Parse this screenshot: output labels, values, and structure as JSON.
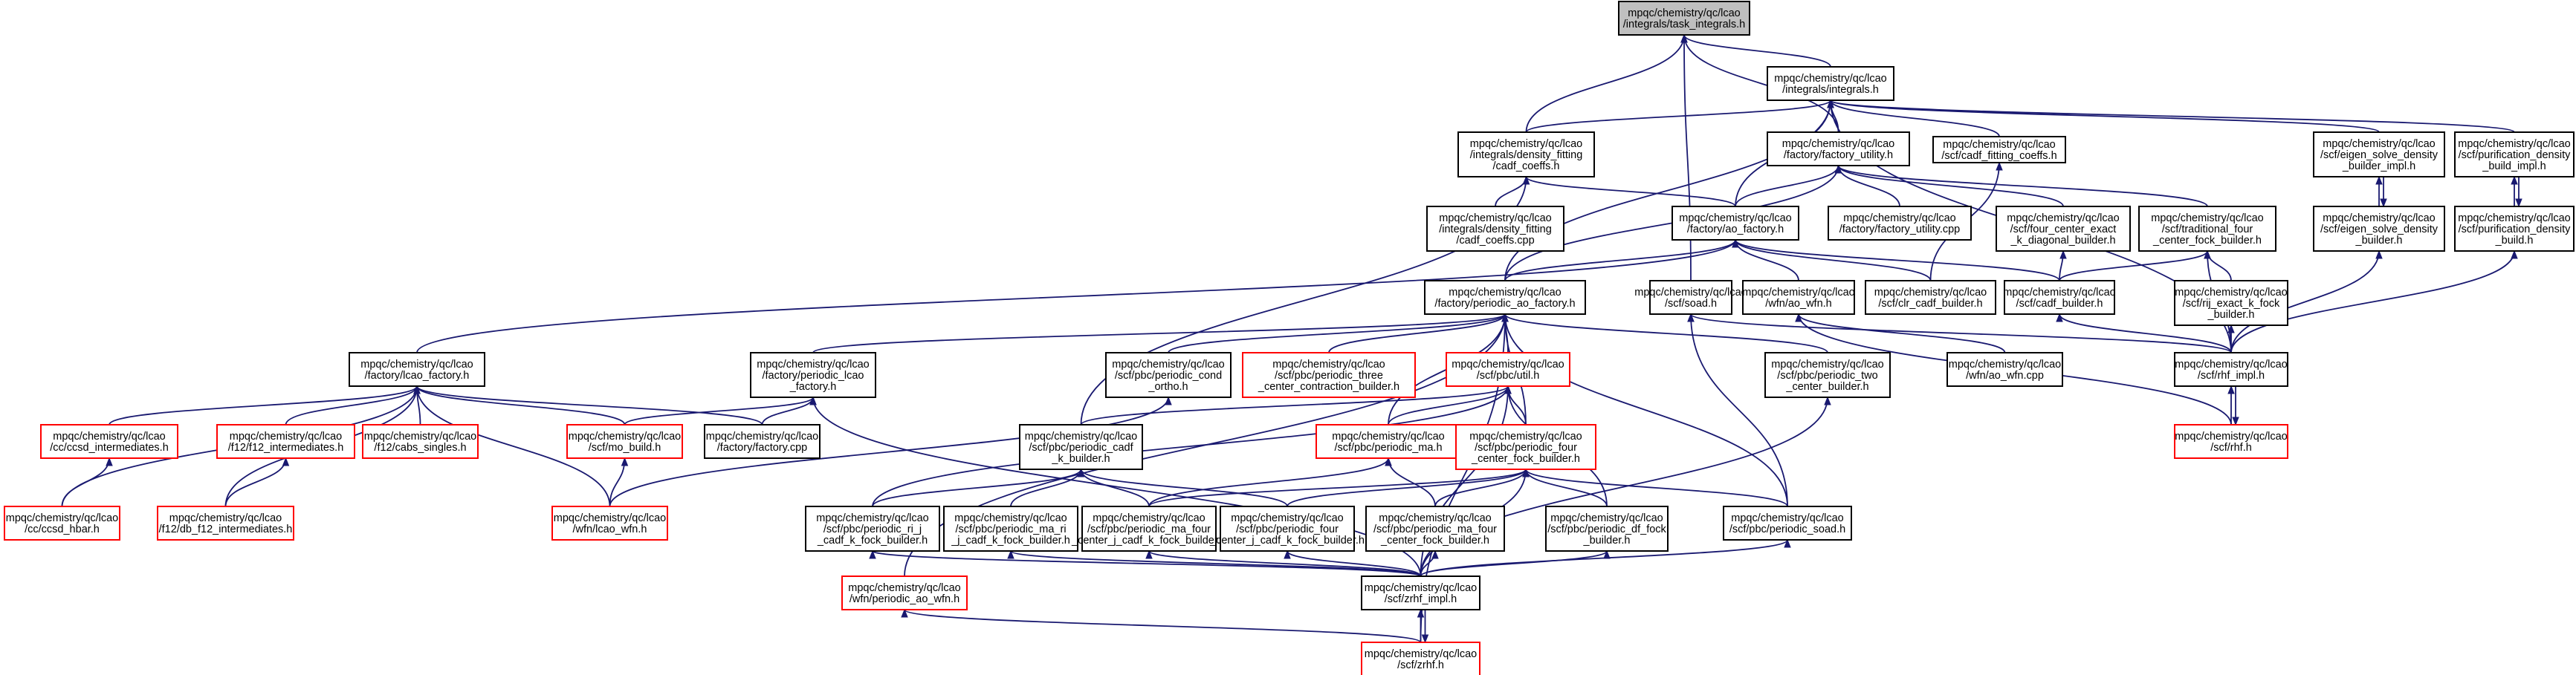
{
  "nodes": [
    {
      "id": "task_integrals",
      "line1": "mpqc/chemistry/qc/lcao",
      "line2": "/integrals/task_integrals.h",
      "line3": "",
      "color": "root"
    },
    {
      "id": "integrals",
      "line1": "mpqc/chemistry/qc/lcao",
      "line2": "/integrals/integrals.h",
      "line3": "",
      "color": "black"
    },
    {
      "id": "cadf_coeffs_h",
      "line1": "mpqc/chemistry/qc/lcao",
      "line2": "/integrals/density_fitting",
      "line3": "/cadf_coeffs.h",
      "color": "black"
    },
    {
      "id": "factory_utility_h",
      "line1": "mpqc/chemistry/qc/lcao",
      "line2": "/factory/factory_utility.h",
      "line3": "",
      "color": "black"
    },
    {
      "id": "cadf_fitting_coeffs",
      "line1": "mpqc/chemistry/qc/lcao",
      "line2": "/scf/cadf_fitting_coeffs.h",
      "line3": "",
      "color": "black"
    },
    {
      "id": "eigen_solve_impl",
      "line1": "mpqc/chemistry/qc/lcao",
      "line2": "/scf/eigen_solve_density",
      "line3": "_builder_impl.h",
      "color": "black"
    },
    {
      "id": "purification_impl",
      "line1": "mpqc/chemistry/qc/lcao",
      "line2": "/scf/purification_density",
      "line3": "_build_impl.h",
      "color": "black"
    },
    {
      "id": "cadf_coeffs_cpp",
      "line1": "mpqc/chemistry/qc/lcao",
      "line2": "/integrals/density_fitting",
      "line3": "/cadf_coeffs.cpp",
      "color": "black"
    },
    {
      "id": "ao_factory",
      "line1": "mpqc/chemistry/qc/lcao",
      "line2": "/factory/ao_factory.h",
      "line3": "",
      "color": "black"
    },
    {
      "id": "factory_utility_cpp",
      "line1": "mpqc/chemistry/qc/lcao",
      "line2": "/factory/factory_utility.cpp",
      "line3": "",
      "color": "black"
    },
    {
      "id": "four_center_exact",
      "line1": "mpqc/chemistry/qc/lcao",
      "line2": "/scf/four_center_exact",
      "line3": "_k_diagonal_builder.h",
      "color": "black"
    },
    {
      "id": "traditional_four",
      "line1": "mpqc/chemistry/qc/lcao",
      "line2": "/scf/traditional_four",
      "line3": "_center_fock_builder.h",
      "color": "black"
    },
    {
      "id": "eigen_solve",
      "line1": "mpqc/chemistry/qc/lcao",
      "line2": "/scf/eigen_solve_density",
      "line3": "_builder.h",
      "color": "black"
    },
    {
      "id": "purification",
      "line1": "mpqc/chemistry/qc/lcao",
      "line2": "/scf/purification_density",
      "line3": "_build.h",
      "color": "black"
    },
    {
      "id": "periodic_ao_factory",
      "line1": "mpqc/chemistry/qc/lcao",
      "line2": "/factory/periodic_ao_factory.h",
      "line3": "",
      "color": "black"
    },
    {
      "id": "soad",
      "line1": "mpqc/chemistry/qc/lcao",
      "line2": "/scf/soad.h",
      "line3": "",
      "color": "black"
    },
    {
      "id": "ao_wfn_h",
      "line1": "mpqc/chemistry/qc/lcao",
      "line2": "/wfn/ao_wfn.h",
      "line3": "",
      "color": "black"
    },
    {
      "id": "clr_cadf",
      "line1": "mpqc/chemistry/qc/lcao",
      "line2": "/scf/clr_cadf_builder.h",
      "line3": "",
      "color": "black"
    },
    {
      "id": "cadf_builder",
      "line1": "mpqc/chemistry/qc/lcao",
      "line2": "/scf/cadf_builder.h",
      "line3": "",
      "color": "black"
    },
    {
      "id": "rij_exact",
      "line1": "mpqc/chemistry/qc/lcao",
      "line2": "/scf/rij_exact_k_fock",
      "line3": "_builder.h",
      "color": "black"
    },
    {
      "id": "lcao_factory",
      "line1": "mpqc/chemistry/qc/lcao",
      "line2": "/factory/lcao_factory.h",
      "line3": "",
      "color": "black"
    },
    {
      "id": "periodic_lcao_factory",
      "line1": "mpqc/chemistry/qc/lcao",
      "line2": "/factory/periodic_lcao",
      "line3": "_factory.h",
      "color": "black"
    },
    {
      "id": "periodic_cond_ortho",
      "line1": "mpqc/chemistry/qc/lcao",
      "line2": "/scf/pbc/periodic_cond",
      "line3": "_ortho.h",
      "color": "black"
    },
    {
      "id": "periodic_three",
      "line1": "mpqc/chemistry/qc/lcao",
      "line2": "/scf/pbc/periodic_three",
      "line3": "_center_contraction_builder.h",
      "color": "red"
    },
    {
      "id": "pbc_util",
      "line1": "mpqc/chemistry/qc/lcao",
      "line2": "/scf/pbc/util.h",
      "line3": "",
      "color": "red"
    },
    {
      "id": "periodic_two",
      "line1": "mpqc/chemistry/qc/lcao",
      "line2": "/scf/pbc/periodic_two",
      "line3": "_center_builder.h",
      "color": "black"
    },
    {
      "id": "ao_wfn_cpp",
      "line1": "mpqc/chemistry/qc/lcao",
      "line2": "/wfn/ao_wfn.cpp",
      "line3": "",
      "color": "black"
    },
    {
      "id": "rhf_impl",
      "line1": "mpqc/chemistry/qc/lcao",
      "line2": "/scf/rhf_impl.h",
      "line3": "",
      "color": "black"
    },
    {
      "id": "ccsd_intermediates",
      "line1": "mpqc/chemistry/qc/lcao",
      "line2": "/cc/ccsd_intermediates.h",
      "line3": "",
      "color": "red"
    },
    {
      "id": "f12_intermediates",
      "line1": "mpqc/chemistry/qc/lcao",
      "line2": "/f12/f12_intermediates.h",
      "line3": "",
      "color": "red"
    },
    {
      "id": "cabs_singles",
      "line1": "mpqc/chemistry/qc/lcao",
      "line2": "/f12/cabs_singles.h",
      "line3": "",
      "color": "red"
    },
    {
      "id": "mo_build",
      "line1": "mpqc/chemistry/qc/lcao",
      "line2": "/scf/mo_build.h",
      "line3": "",
      "color": "red"
    },
    {
      "id": "factory_cpp",
      "line1": "mpqc/chemistry/qc/lcao",
      "line2": "/factory/factory.cpp",
      "line3": "",
      "color": "black"
    },
    {
      "id": "periodic_cadf_k",
      "line1": "mpqc/chemistry/qc/lcao",
      "line2": "/scf/pbc/periodic_cadf",
      "line3": "_k_builder.h",
      "color": "black"
    },
    {
      "id": "periodic_ma",
      "line1": "mpqc/chemistry/qc/lcao",
      "line2": "/scf/pbc/periodic_ma.h",
      "line3": "",
      "color": "red"
    },
    {
      "id": "periodic_four",
      "line1": "mpqc/chemistry/qc/lcao",
      "line2": "/scf/pbc/periodic_four",
      "line3": "_center_fock_builder.h",
      "color": "red"
    },
    {
      "id": "rhf_h",
      "line1": "mpqc/chemistry/qc/lcao",
      "line2": "/scf/rhf.h",
      "line3": "",
      "color": "red"
    },
    {
      "id": "ccsd_hbar",
      "line1": "mpqc/chemistry/qc/lcao",
      "line2": "/cc/ccsd_hbar.h",
      "line3": "",
      "color": "red"
    },
    {
      "id": "db_f12",
      "line1": "mpqc/chemistry/qc/lcao",
      "line2": "/f12/db_f12_intermediates.h",
      "line3": "",
      "color": "red"
    },
    {
      "id": "lcao_wfn",
      "line1": "mpqc/chemistry/qc/lcao",
      "line2": "/wfn/lcao_wfn.h",
      "line3": "",
      "color": "red"
    },
    {
      "id": "periodic_ri_j",
      "line1": "mpqc/chemistry/qc/lcao",
      "line2": "/scf/pbc/periodic_ri_j",
      "line3": "_cadf_k_fock_builder.h",
      "color": "black"
    },
    {
      "id": "periodic_ma_ri",
      "line1": "mpqc/chemistry/qc/lcao",
      "line2": "/scf/pbc/periodic_ma_ri",
      "line3": "_j_cadf_k_fock_builder.h",
      "color": "black"
    },
    {
      "id": "periodic_ma_four_j",
      "line1": "mpqc/chemistry/qc/lcao",
      "line2": "/scf/pbc/periodic_ma_four",
      "line3": "_center_j_cadf_k_fock_builder.h",
      "color": "black"
    },
    {
      "id": "periodic_four_j",
      "line1": "mpqc/chemistry/qc/lcao",
      "line2": "/scf/pbc/periodic_four",
      "line3": "_center_j_cadf_k_fock_builder.h",
      "color": "black"
    },
    {
      "id": "periodic_ma_four_fock",
      "line1": "mpqc/chemistry/qc/lcao",
      "line2": "/scf/pbc/periodic_ma_four",
      "line3": "_center_fock_builder.h",
      "color": "black"
    },
    {
      "id": "periodic_df_fock",
      "line1": "mpqc/chemistry/qc/lcao",
      "line2": "/scf/pbc/periodic_df_fock",
      "line3": "_builder.h",
      "color": "black"
    },
    {
      "id": "periodic_soad",
      "line1": "mpqc/chemistry/qc/lcao",
      "line2": "/scf/pbc/periodic_soad.h",
      "line3": "",
      "color": "black"
    },
    {
      "id": "periodic_ao_wfn",
      "line1": "mpqc/chemistry/qc/lcao",
      "line2": "/wfn/periodic_ao_wfn.h",
      "line3": "",
      "color": "red"
    },
    {
      "id": "zrhf_impl",
      "line1": "mpqc/chemistry/qc/lcao",
      "line2": "/scf/zrhf_impl.h",
      "line3": "",
      "color": "black"
    },
    {
      "id": "zrhf_h",
      "line1": "mpqc/chemistry/qc/lcao",
      "line2": "/scf/zrhf.h",
      "line3": "",
      "color": "red"
    }
  ],
  "edges": [
    [
      "task_integrals",
      "integrals"
    ],
    [
      "task_integrals",
      "cadf_coeffs_h"
    ],
    [
      "task_integrals",
      "factory_utility_h"
    ],
    [
      "task_integrals",
      "soad"
    ],
    [
      "integrals",
      "cadf_coeffs_h"
    ],
    [
      "integrals",
      "factory_utility_h"
    ],
    [
      "integrals",
      "cadf_fitting_coeffs"
    ],
    [
      "integrals",
      "eigen_solve_impl"
    ],
    [
      "integrals",
      "purification_impl"
    ],
    [
      "integrals",
      "ao_factory"
    ],
    [
      "integrals",
      "periodic_ao_factory"
    ],
    [
      "integrals",
      "rhf_impl"
    ],
    [
      "cadf_coeffs_h",
      "cadf_coeffs_cpp"
    ],
    [
      "cadf_coeffs_h",
      "ao_factory"
    ],
    [
      "cadf_coeffs_h",
      "periodic_cadf_k"
    ],
    [
      "factory_utility_h",
      "ao_factory"
    ],
    [
      "factory_utility_h",
      "factory_utility_cpp"
    ],
    [
      "factory_utility_h",
      "four_center_exact"
    ],
    [
      "factory_utility_h",
      "traditional_four"
    ],
    [
      "factory_utility_h",
      "periodic_ao_factory"
    ],
    [
      "cadf_fitting_coeffs",
      "clr_cadf"
    ],
    [
      "eigen_solve_impl",
      "eigen_solve"
    ],
    [
      "eigen_solve",
      "eigen_solve_impl"
    ],
    [
      "eigen_solve",
      "rhf_impl"
    ],
    [
      "purification_impl",
      "purification"
    ],
    [
      "purification",
      "purification_impl"
    ],
    [
      "purification",
      "rhf_impl"
    ],
    [
      "ao_factory",
      "lcao_factory"
    ],
    [
      "ao_factory",
      "periodic_ao_factory"
    ],
    [
      "ao_factory",
      "ao_wfn_h"
    ],
    [
      "ao_factory",
      "clr_cadf"
    ],
    [
      "ao_factory",
      "cadf_builder"
    ],
    [
      "four_center_exact",
      "cadf_builder"
    ],
    [
      "traditional_four",
      "cadf_builder"
    ],
    [
      "traditional_four",
      "rij_exact"
    ],
    [
      "traditional_four",
      "rhf_impl"
    ],
    [
      "cadf_builder",
      "rhf_impl"
    ],
    [
      "rij_exact",
      "rhf_impl"
    ],
    [
      "soad",
      "rhf_impl"
    ],
    [
      "soad",
      "periodic_soad"
    ],
    [
      "ao_wfn_h",
      "ao_wfn_cpp"
    ],
    [
      "ao_wfn_h",
      "rhf_h"
    ],
    [
      "rhf_impl",
      "rhf_h"
    ],
    [
      "rhf_h",
      "rhf_impl"
    ],
    [
      "periodic_ao_factory",
      "periodic_lcao_factory"
    ],
    [
      "periodic_ao_factory",
      "periodic_cond_ortho"
    ],
    [
      "periodic_ao_factory",
      "periodic_three"
    ],
    [
      "periodic_ao_factory",
      "pbc_util"
    ],
    [
      "periodic_ao_factory",
      "periodic_two"
    ],
    [
      "periodic_ao_factory",
      "periodic_ma"
    ],
    [
      "periodic_ao_factory",
      "periodic_four"
    ],
    [
      "periodic_ao_factory",
      "periodic_soad"
    ],
    [
      "periodic_ao_factory",
      "periodic_ao_wfn"
    ],
    [
      "periodic_ao_factory",
      "zrhf_h"
    ],
    [
      "lcao_factory",
      "ccsd_intermediates"
    ],
    [
      "lcao_factory",
      "ccsd_hbar"
    ],
    [
      "lcao_factory",
      "f12_intermediates"
    ],
    [
      "lcao_factory",
      "db_f12"
    ],
    [
      "lcao_factory",
      "cabs_singles"
    ],
    [
      "lcao_factory",
      "mo_build"
    ],
    [
      "lcao_factory",
      "factory_cpp"
    ],
    [
      "lcao_factory",
      "lcao_wfn"
    ],
    [
      "ccsd_intermediates",
      "ccsd_hbar"
    ],
    [
      "f12_intermediates",
      "db_f12"
    ],
    [
      "periodic_lcao_factory",
      "mo_build"
    ],
    [
      "periodic_lcao_factory",
      "factory_cpp"
    ],
    [
      "periodic_lcao_factory",
      "zrhf_impl"
    ],
    [
      "mo_build",
      "lcao_wfn"
    ],
    [
      "periodic_cond_ortho",
      "lcao_wfn"
    ],
    [
      "pbc_util",
      "periodic_cadf_k"
    ],
    [
      "pbc_util",
      "periodic_ma"
    ],
    [
      "pbc_util",
      "periodic_four"
    ],
    [
      "pbc_util",
      "periodic_ri_j"
    ],
    [
      "pbc_util",
      "periodic_df_fock"
    ],
    [
      "pbc_util",
      "zrhf_impl"
    ],
    [
      "periodic_cadf_k",
      "periodic_ri_j"
    ],
    [
      "periodic_cadf_k",
      "periodic_ma_ri"
    ],
    [
      "periodic_cadf_k",
      "periodic_ma_four_j"
    ],
    [
      "periodic_cadf_k",
      "periodic_four_j"
    ],
    [
      "periodic_ma",
      "periodic_ma_four_j"
    ],
    [
      "periodic_ma",
      "periodic_ma_four_fock"
    ],
    [
      "periodic_four",
      "periodic_ma_four_j"
    ],
    [
      "periodic_four",
      "periodic_four_j"
    ],
    [
      "periodic_four",
      "periodic_ma_four_fock"
    ],
    [
      "periodic_four",
      "periodic_df_fock"
    ],
    [
      "periodic_four",
      "periodic_soad"
    ],
    [
      "periodic_four",
      "zrhf_impl"
    ],
    [
      "periodic_two",
      "zrhf_impl"
    ],
    [
      "periodic_ri_j",
      "zrhf_impl"
    ],
    [
      "periodic_ma_ri",
      "zrhf_impl"
    ],
    [
      "periodic_ma_four_j",
      "zrhf_impl"
    ],
    [
      "periodic_four_j",
      "zrhf_impl"
    ],
    [
      "periodic_ma_four_fock",
      "zrhf_impl"
    ],
    [
      "periodic_df_fock",
      "zrhf_impl"
    ],
    [
      "periodic_soad",
      "zrhf_impl"
    ],
    [
      "periodic_ao_wfn",
      "zrhf_h"
    ],
    [
      "zrhf_impl",
      "zrhf_h"
    ],
    [
      "zrhf_h",
      "zrhf_impl"
    ]
  ]
}
